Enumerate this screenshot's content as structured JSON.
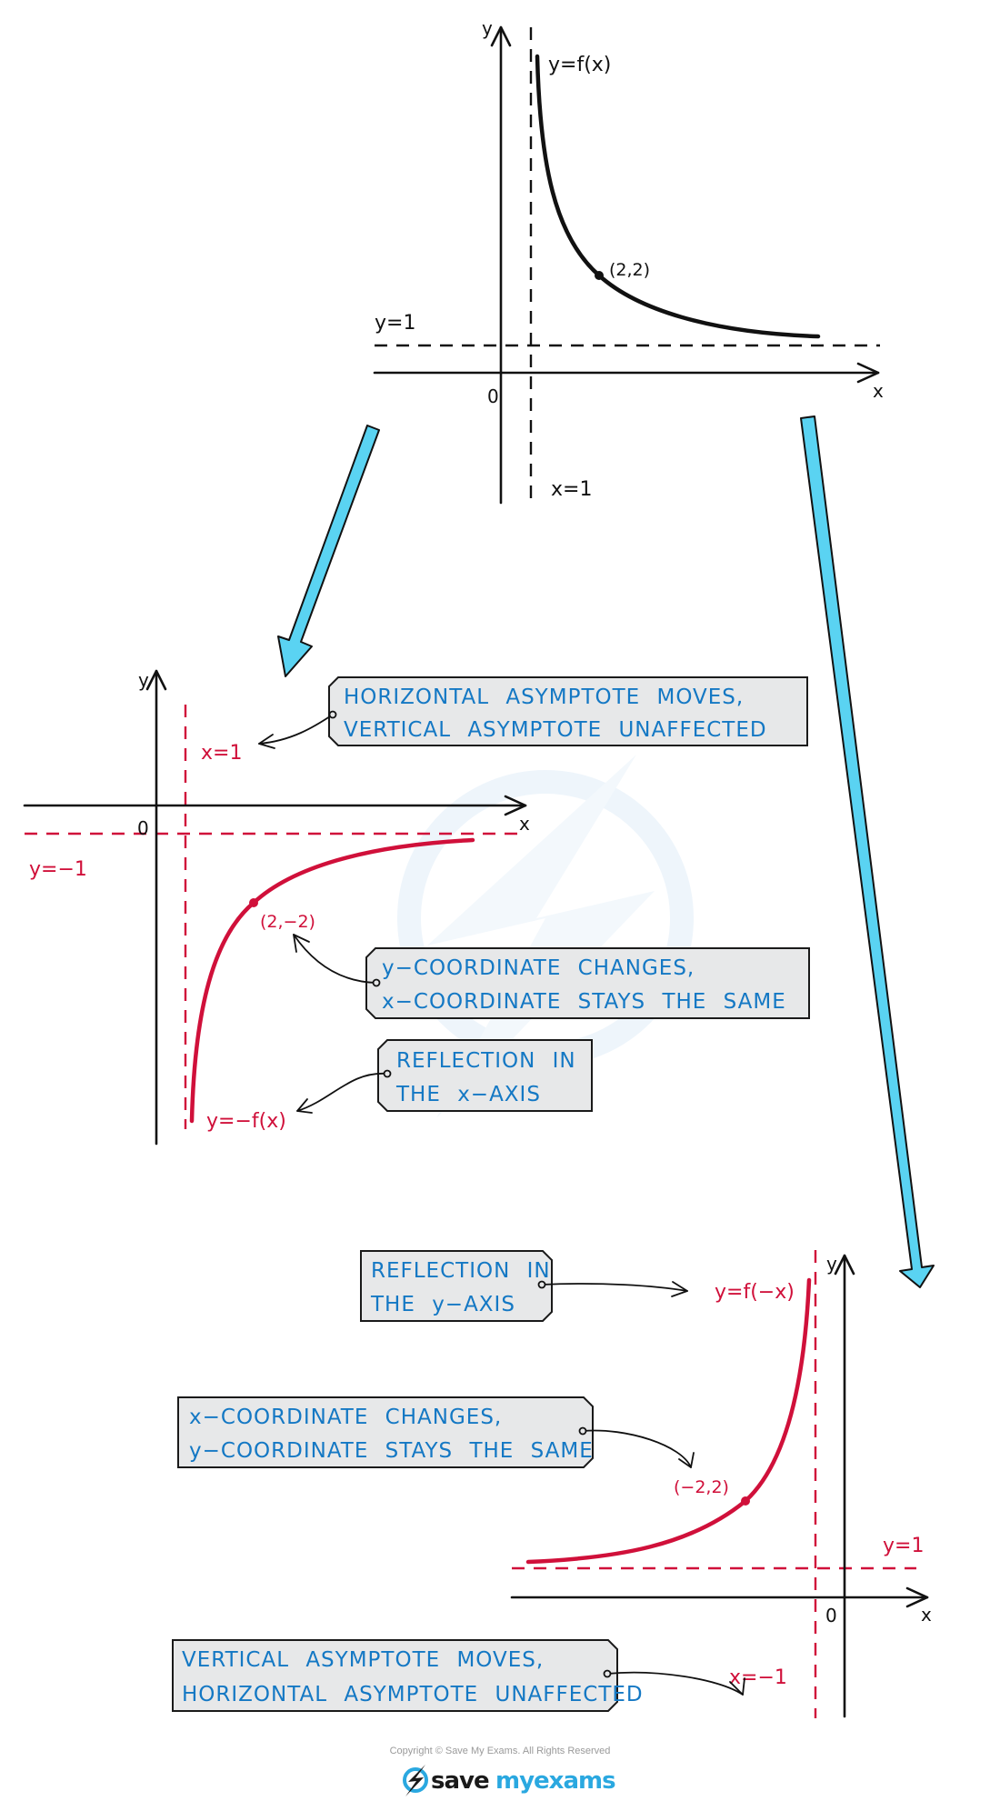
{
  "colors": {
    "original_graph": "#111111",
    "transformed_graph": "#d0103a",
    "callout_text": "#1478c4",
    "callout_fill": "#e7e8e9",
    "flow_arrow": "#5ad3f2",
    "logo_blue": "#2aa8e0"
  },
  "top_graph": {
    "axis_x_label": "x",
    "axis_y_label": "y",
    "origin_label": "0",
    "curve_label": "y=f(x)",
    "point_label": "(2,2)",
    "horizontal_asymptote_label": "y=1",
    "vertical_asymptote_label": "x=1"
  },
  "left_graph": {
    "axis_x_label": "x",
    "axis_y_label": "y",
    "origin_label": "0",
    "curve_label": "y=−f(x)",
    "point_label": "(2,−2)",
    "horizontal_asymptote_label": "y=−1",
    "vertical_asymptote_label": "x=1",
    "callouts": [
      {
        "lines": [
          "HORIZONTAL ASYMPTOTE MOVES,",
          "VERTICAL ASYMPTOTE UNAFFECTED"
        ]
      },
      {
        "lines": [
          "y−COORDINATE CHANGES,",
          "x−COORDINATE STAYS THE SAME"
        ]
      },
      {
        "lines": [
          "REFLECTION IN",
          "THE x−AXIS"
        ]
      }
    ]
  },
  "right_graph": {
    "axis_x_label": "x",
    "axis_y_label": "y",
    "origin_label": "0",
    "curve_label": "y=f(−x)",
    "point_label": "(−2,2)",
    "horizontal_asymptote_label": "y=1",
    "vertical_asymptote_label": "x=−1",
    "callouts": [
      {
        "lines": [
          "REFLECTION IN",
          "THE y−AXIS"
        ]
      },
      {
        "lines": [
          "x−COORDINATE CHANGES,",
          "y−COORDINATE STAYS THE SAME"
        ]
      },
      {
        "lines": [
          "VERTICAL ASYMPTOTE MOVES,",
          "HORIZONTAL ASYMPTOTE UNAFFECTED"
        ]
      }
    ]
  },
  "footer": {
    "copyright": "Copyright © Save My Exams. All Rights Reserved",
    "logo_word_1": "save",
    "logo_word_2": "myexams",
    "logo_icon": "lightning-bolt-icon"
  }
}
